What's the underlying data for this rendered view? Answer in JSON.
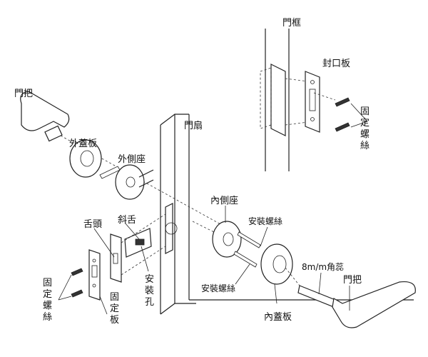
{
  "labels": {
    "outer_handle": "門把",
    "outer_cover": "外蓋板",
    "outer_base": "外側座",
    "door_leaf": "門扇",
    "door_frame": "門框",
    "strike_plate": "封口板",
    "frame_screws": [
      "固",
      "定",
      "螺",
      "絲"
    ],
    "latch_bevel": "斜舌",
    "latch_tongue": "舌頭",
    "mount_holes": [
      "安",
      "裝",
      "孔"
    ],
    "plate_screws": [
      "固",
      "定",
      "螺",
      "絲"
    ],
    "face_plate": [
      "固",
      "定",
      "板"
    ],
    "inner_base": "內側座",
    "mount_screw_top": "安裝螺絲",
    "mount_screw_bottom": "安裝螺絲",
    "inner_cover": "內蓋板",
    "spindle": "8m/m角蕊",
    "inner_handle": "門把"
  }
}
